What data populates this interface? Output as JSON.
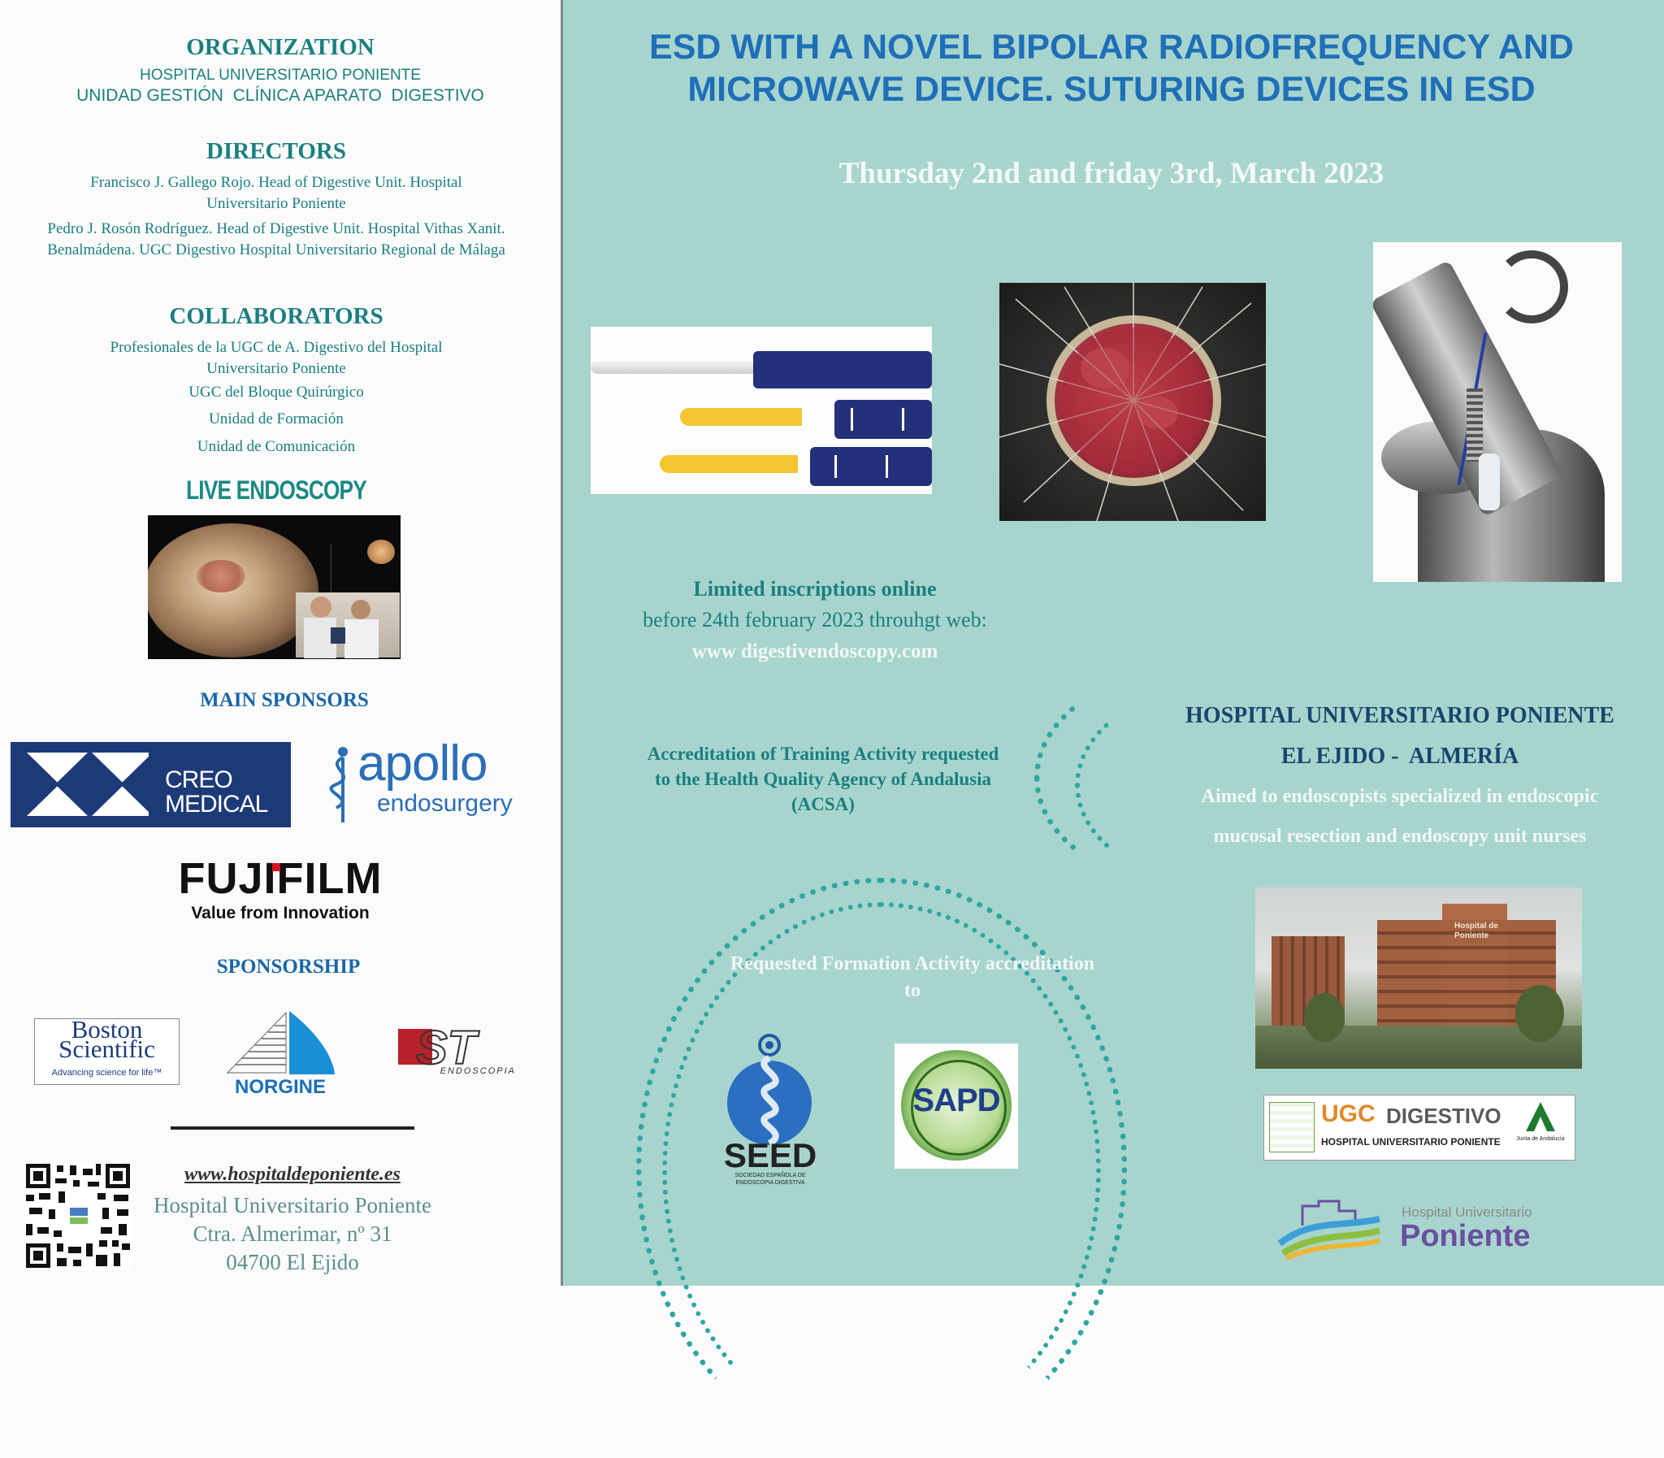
{
  "left": {
    "organization": {
      "heading": "ORGANIZATION",
      "line1": "HOSPITAL UNIVERSITARIO PONIENTE",
      "line2": "UNIDAD GESTIÓN  CLÍNICA APARATO  DIGESTIVO"
    },
    "directors": {
      "heading": "DIRECTORS",
      "d1": "Francisco J. Gallego Rojo. Head of Digestive Unit. Hospital Universitario Poniente",
      "d2": "Pedro J. Rosón Rodríguez. Head of Digestive Unit. Hospital Vithas Xanit. Benalmádena. UGC Digestivo Hospital Universitario Regional de Málaga"
    },
    "collaborators": {
      "heading": "COLLABORATORS",
      "items": [
        "Profesionales de la UGC de A. Digestivo del Hospital Universitario Poniente",
        "UGC del Bloque Quirúrgico",
        "Unidad de Formación",
        "Unidad de Comunicación"
      ]
    },
    "live_endoscopy": "LIVE ENDOSCOPY",
    "main_sponsors": {
      "heading": "MAIN SPONSORS",
      "creo": "CREO\nMEDICAL",
      "apollo_1": "apollo",
      "apollo_2": "endosurgery",
      "fujifilm": "FUJIFILM",
      "fujifilm_tag": "Value from Innovation"
    },
    "sponsorship": {
      "heading": "SPONSORSHIP",
      "boston_1": "Boston",
      "boston_2": "Scientific",
      "boston_tag": "Advancing science for life™",
      "norgine": "NORGINE",
      "st": "ST",
      "st_sub": "ENDOSCOPIA"
    },
    "contact": {
      "web": "www.hospitaldeponiente.es",
      "name": "Hospital Universitario Poniente",
      "address": "Ctra. Almerimar, nº 31",
      "city": "04700 El Ejido"
    }
  },
  "right": {
    "title_line1": "ESD WITH A NOVEL BIPOLAR RADIOFREQUENCY AND",
    "title_line2": "MICROWAVE DEVICE. SUTURING DEVICES IN ESD",
    "date": "Thursday 2nd and friday 3rd, March 2023",
    "inscriptions": {
      "l1": "Limited inscriptions online",
      "l2": "before 24th february 2023 throuhgt web:",
      "l3": "www digestivendoscopy.com"
    },
    "accreditation": "Accreditation of Training Activity requested to the Health Quality Agency of Andalusia (ACSA)",
    "formation": "Requested Formation Activity accreditation to",
    "seed": "SEED",
    "seed_sub": "SOCIEDAD ESPAÑOLA DE ENDOSCOPIA DIGESTIVA",
    "sapd": "SAPD",
    "venue": {
      "l1": "HOSPITAL UNIVERSITARIO PONIENTE",
      "l2": "EL EJIDO -  ALMERÍA",
      "l3": "Aimed to endoscopists specialized in endoscopic",
      "l4": "mucosal resection and endoscopy unit nurses"
    },
    "ugc": {
      "ugc": "UGC",
      "digestivo": "DIGESTIVO",
      "hospital": "HOSPITAL UNIVERSITARIO PONIENTE",
      "junta": "Junta de Andalucía"
    },
    "poniente_logo": {
      "small": "Hospital Universitario",
      "big": "Poniente"
    },
    "building_sign": "Hospital de Poniente"
  },
  "colors": {
    "teal_text": "#1a7f80",
    "blue_title": "#1f6fb8",
    "right_bg": "#a7d5cd",
    "creo_bg": "#1d3a78"
  }
}
